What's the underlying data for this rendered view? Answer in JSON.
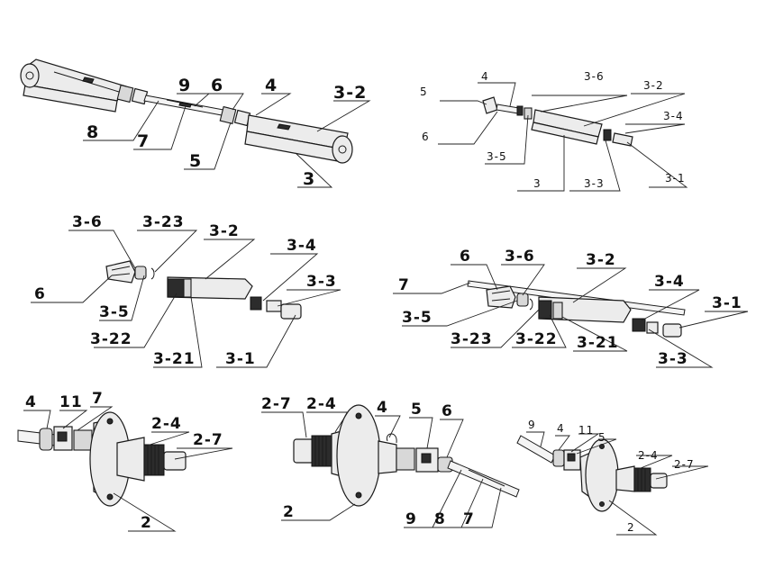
{
  "figure": {
    "panels": [
      {
        "id": "cable-assembly-overview",
        "callouts": [
          "9",
          "6",
          "4",
          "3-2",
          "8",
          "7",
          "5",
          "3"
        ]
      },
      {
        "id": "clevis-assembly-small",
        "callouts": [
          "4",
          "3-6",
          "3-2",
          "5",
          "3-4",
          "6",
          "3-5",
          "3-1",
          "3",
          "3-3"
        ]
      },
      {
        "id": "clevis-exploded-left",
        "callouts": [
          "3-6",
          "3-23",
          "3-2",
          "3-4",
          "3-3",
          "6",
          "3-5",
          "3-22",
          "3-21",
          "3-1"
        ]
      },
      {
        "id": "clevis-exploded-right",
        "callouts": [
          "6",
          "3-6",
          "3-2",
          "7",
          "3-4",
          "3-1",
          "3-5",
          "3-23",
          "3-22",
          "3-21",
          "3-3"
        ]
      },
      {
        "id": "flange-fitting-left",
        "callouts": [
          "4",
          "11",
          "7",
          "2-4",
          "2-7",
          "2"
        ]
      },
      {
        "id": "flange-fitting-center",
        "callouts": [
          "2-7",
          "2-4",
          "4",
          "5",
          "6",
          "2",
          "9",
          "8",
          "7"
        ]
      },
      {
        "id": "flange-fitting-right",
        "callouts": [
          "9",
          "4",
          "11",
          "5",
          "2-4",
          "2-7",
          "2"
        ]
      }
    ]
  }
}
